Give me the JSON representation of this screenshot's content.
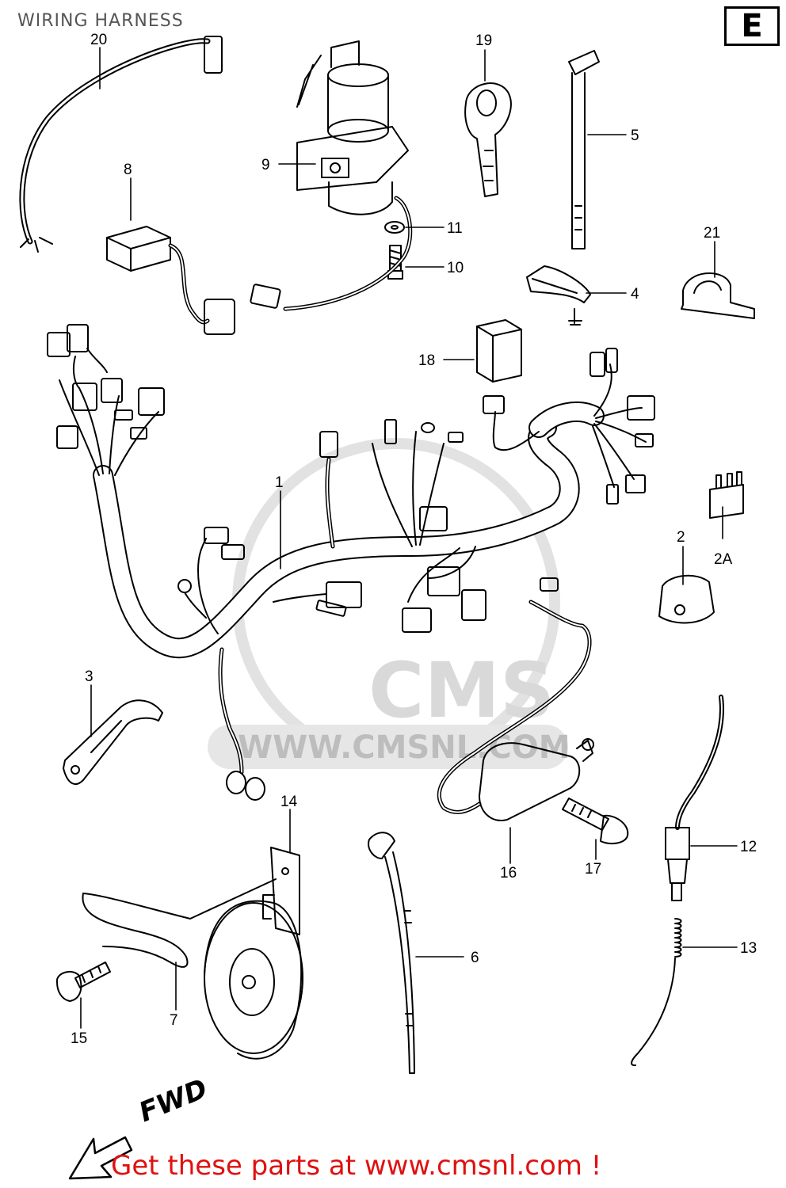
{
  "page": {
    "title": "WIRING HARNESS",
    "section": "E",
    "banner": "Get these parts at www.cmsnl.com !",
    "direction": "FWD"
  },
  "watermark": {
    "brand": "CMS",
    "url": "WWW.CMSNL.COM"
  },
  "colors": {
    "ink": "#000000",
    "banner": "#e01010",
    "title": "#555555",
    "watermark": "#d9d9d9"
  },
  "callouts": {
    "p1": "1",
    "p2": "2",
    "p2a": "2A",
    "p3": "3",
    "p4": "4",
    "p5": "5",
    "p6": "6",
    "p7": "7",
    "p8": "8",
    "p9": "9",
    "p10": "10",
    "p11": "11",
    "p12": "12",
    "p13": "13",
    "p14": "14",
    "p15": "15",
    "p16": "16",
    "p17": "17",
    "p18": "18",
    "p19": "19",
    "p20": "20",
    "p21": "21"
  }
}
